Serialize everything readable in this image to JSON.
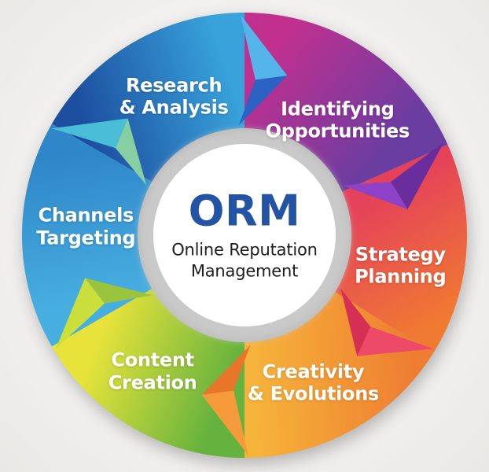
{
  "diagram": {
    "type": "cycle-wheel",
    "background_color": "#f1f0ee",
    "label_text_color": "#ffffff",
    "center": {
      "acronym": "ORM",
      "acronym_color": "#2353a4",
      "subtitle_lines": [
        "Online Reputation",
        "Management"
      ],
      "subtitle_color": "#1e1e1e"
    },
    "segments": [
      {
        "id": "research-analysis",
        "label_lines": [
          "Research",
          "& Analysis"
        ],
        "start": 210,
        "end": 270,
        "label_angle": 243,
        "label_radius": 198,
        "gradient": {
          "from": "#1d4fa0",
          "to": "#38a3da",
          "a1": 215,
          "r1": 250,
          "a2": 265,
          "r2": 205
        },
        "arrow": {
          "outer": "#55b5ea",
          "inner": "#2a63c4"
        }
      },
      {
        "id": "identifying-opportunities",
        "label_lines": [
          "Identifying",
          "Opportunities"
        ],
        "start": 270,
        "end": 336,
        "label_angle": 309,
        "label_radius": 188,
        "gradient": {
          "from": "#c2308f",
          "to": "#6a3da1",
          "a1": 276,
          "r1": 230,
          "a2": 330,
          "r2": 205
        },
        "arrow": {
          "outer": "#6a2d9d",
          "inner": "#8d42c8"
        }
      },
      {
        "id": "strategy-planning",
        "label_lines": [
          "Strategy",
          "Planning"
        ],
        "start": 336,
        "end": 32,
        "label_angle": 11,
        "label_radius": 202,
        "gradient": {
          "from": "#e4415a",
          "to": "#f07a31",
          "a1": 344,
          "r1": 155,
          "a2": 25,
          "r2": 270
        },
        "arrow": {
          "outer": "#ec4a68",
          "inner": "#d62f55"
        }
      },
      {
        "id": "creativity-evolutions",
        "label_lines": [
          "Creativity",
          "& Evolutions"
        ],
        "start": 32,
        "end": 90,
        "label_angle": 65,
        "label_radius": 207,
        "gradient": {
          "from": "#ee7d31",
          "to": "#f6b33a",
          "a1": 36,
          "r1": 265,
          "a2": 86,
          "r2": 165
        },
        "arrow": {
          "outer": "#f59b3c",
          "inner": "#e9752a"
        }
      },
      {
        "id": "content-creation",
        "label_lines": [
          "Content",
          "Creation"
        ],
        "start": 90,
        "end": 150,
        "label_angle": 124,
        "label_radius": 209,
        "gradient": {
          "from": "#66b23e",
          "to": "#e7e33b",
          "a1": 96,
          "r1": 190,
          "a2": 146,
          "r2": 220
        },
        "arrow": {
          "outer": "#cadf3b",
          "inner": "#9ac43d"
        }
      },
      {
        "id": "channels-targeting",
        "label_lines": [
          "Channels",
          "Targeting"
        ],
        "start": 150,
        "end": 210,
        "label_angle": 183,
        "label_radius": 202,
        "gradient": {
          "from": "#47aee0",
          "to": "#2f86c8",
          "a1": 155,
          "r1": 195,
          "a2": 207,
          "r2": 235
        },
        "arrow": {
          "outer": "#49bed6",
          "inner": "#85cfa2"
        }
      }
    ]
  }
}
